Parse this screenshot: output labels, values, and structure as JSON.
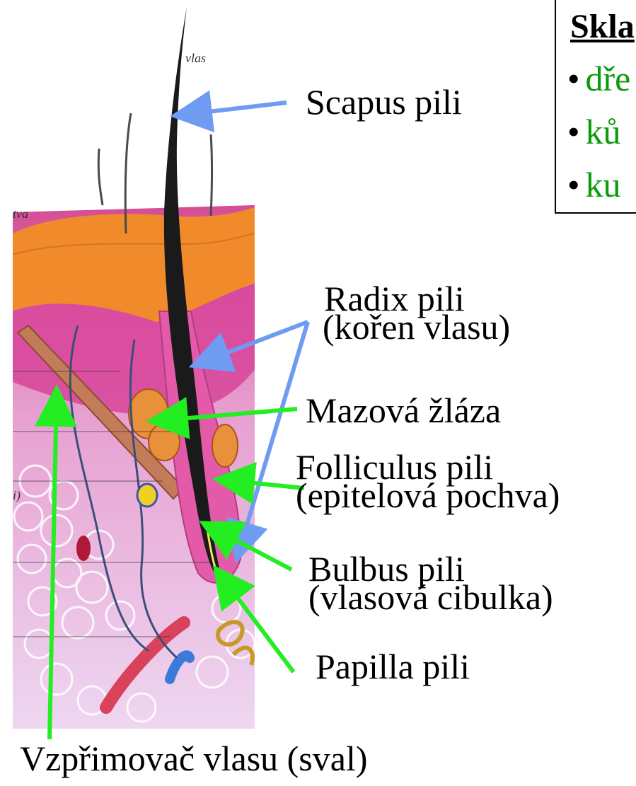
{
  "legend": {
    "title": "Skla",
    "items": [
      "dře",
      "ků",
      "ku"
    ]
  },
  "figure_labels": {
    "vlas": "vlas",
    "kuzka": "tva",
    "side_mark": "i)"
  },
  "labels": {
    "scapus": "Scapus pili",
    "radix_line1": "Radix pili",
    "radix_line2": "(kořen vlasu)",
    "mazova": "Mazová žláza",
    "folliculus_line1": "Folliculus pili",
    "folliculus_line2": "(epitelová pochva)",
    "bulbus_line1": "Bulbus pili",
    "bulbus_line2": "(vlasová cibulka)",
    "papilla": "Papilla pili",
    "vzprimovac": "Vzpřimovač vlasu (sval)"
  },
  "colors": {
    "blue_arrow": "#6f9cf0",
    "green_arrow": "#22ee22",
    "epidermis": "#f08a2a",
    "dermis": "#d84a9a",
    "subcutis": "#e6c8ee",
    "hair": "#1a1a1a"
  }
}
